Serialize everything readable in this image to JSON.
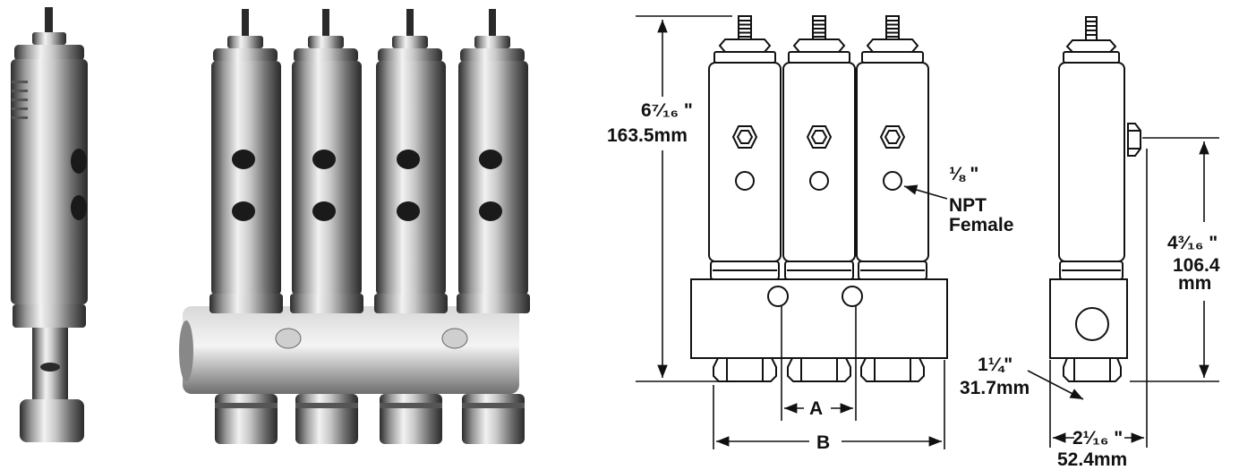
{
  "colors": {
    "line": "#111111",
    "metal_dark": "#3a3a3a",
    "metal_mid": "#8c8c8c",
    "metal_light": "#e6e6e6",
    "background": "#ffffff"
  },
  "photos": {
    "single_valve": {
      "icon": "single-injector-photo"
    },
    "four_valve_manifold": {
      "icon": "four-injector-manifold-photo",
      "valve_count": 4
    }
  },
  "front_view": {
    "valve_count": 3,
    "height_in": "6⁷⁄₁₆ \"",
    "height_mm": "163.5mm",
    "port_size": "⅛ \"",
    "port_type_line1": "NPT",
    "port_type_line2": "Female",
    "dim_a": "A",
    "dim_b": "B"
  },
  "side_view": {
    "height_in": "4³⁄₁₆ \"",
    "height_mm_line1": "106.4",
    "height_mm_line2": "mm",
    "outlet_in": "1¼\"",
    "outlet_mm": "31.7mm",
    "width_in": "2¹⁄₁₆ \"",
    "width_mm": "52.4mm"
  }
}
